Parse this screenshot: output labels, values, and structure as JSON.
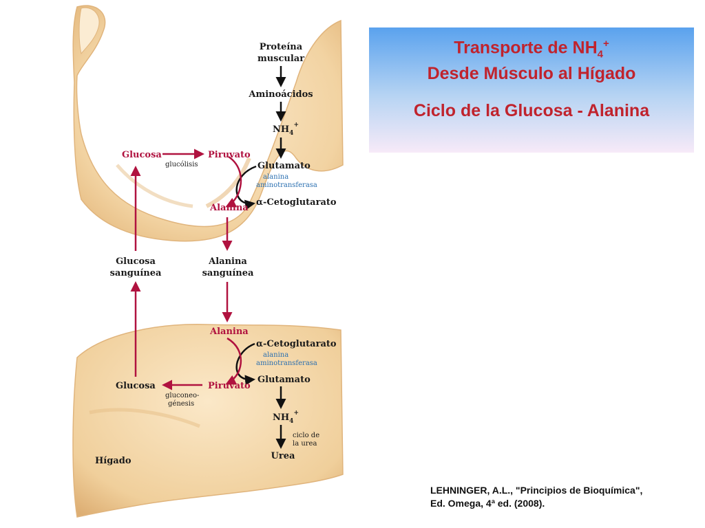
{
  "title": {
    "line1_main": "Transporte de NH",
    "line1_sub": "4",
    "line1_sup": "+",
    "line2": "Desde Músculo al Hígado",
    "line3": "Ciclo de la Glucosa - Alanina"
  },
  "reference": {
    "line1": "LEHNINGER, A.L., \"Principios de Bioquímica\",",
    "line2": "Ed. Omega, 4ª ed. (2008)."
  },
  "muscle": {
    "proteina": "Proteína",
    "muscular": "muscular",
    "aminoacidos": "Aminoácidos",
    "nh4": "NH",
    "nh4_sub": "4",
    "nh4_sup": "+",
    "glutamato": "Glutamato",
    "enzyme_line1": "alanina",
    "enzyme_line2": "aminotransferasa",
    "cetoglutarato": "α-Cetoglutarato",
    "glucosa": "Glucosa",
    "glucolisis": "glucólisis",
    "piruvato": "Piruvato",
    "alanina": "Alanina"
  },
  "blood": {
    "glucosa1": "Glucosa",
    "glucosa2": "sanguínea",
    "alanina1": "Alanina",
    "alanina2": "sanguínea"
  },
  "liver": {
    "alanina": "Alanina",
    "cetoglutarato": "α-Cetoglutarato",
    "enzyme_line1": "alanina",
    "enzyme_line2": "aminotransferasa",
    "glutamato": "Glutamato",
    "glucosa": "Glucosa",
    "piruvato": "Piruvato",
    "gluconeo1": "gluconeo-",
    "gluconeo2": "génesis",
    "nh4": "NH",
    "nh4_sub": "4",
    "nh4_sup": "+",
    "ciclo1": "ciclo de",
    "ciclo2": "la urea",
    "urea": "Urea",
    "higado": "Hígado"
  },
  "colors": {
    "arrow_red": "#b0123f",
    "arrow_black": "#111111",
    "title_red": "#c0232d",
    "enzyme_blue": "#2a6fb0",
    "tissue": "#f2d6a8"
  }
}
